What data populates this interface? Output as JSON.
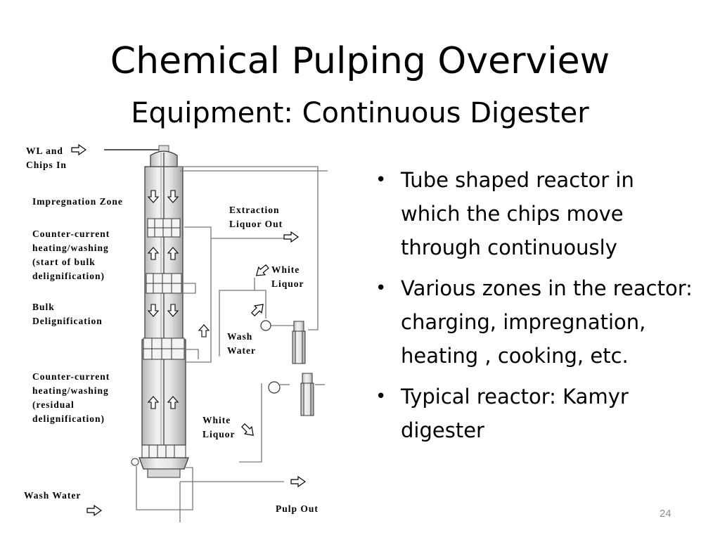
{
  "slide": {
    "title": "Chemical Pulping Overview",
    "subtitle": "Equipment: Continuous Digester",
    "page_number": "24"
  },
  "diagram": {
    "labels": {
      "wl_chips_in": "WL and\nChips In",
      "impregnation_zone": "Impregnation Zone",
      "counter_current_1": "Counter-current\nheating/washing\n(start of bulk\ndelignification)",
      "bulk_delignification": "Bulk\nDelignification",
      "counter_current_2": "Counter-current\nheating/washing\n(residual\ndelignification)",
      "wash_water_bottom": "Wash Water",
      "extraction_liquor_out": "Extraction\nLiquor Out",
      "white_liquor_top": "White\nLiquor",
      "wash_water_mid": "Wash\nWater",
      "white_liquor_bottom": "White\nLiquor",
      "pulp_out": "Pulp Out"
    }
  },
  "bullets": [
    "Tube shaped reactor in which the chips move through continuously",
    "Various zones in the reactor: charging, impregnation, heating , cooking, etc.",
    "Typical reactor: Kamyr digester"
  ],
  "bullet_glyph": "•"
}
